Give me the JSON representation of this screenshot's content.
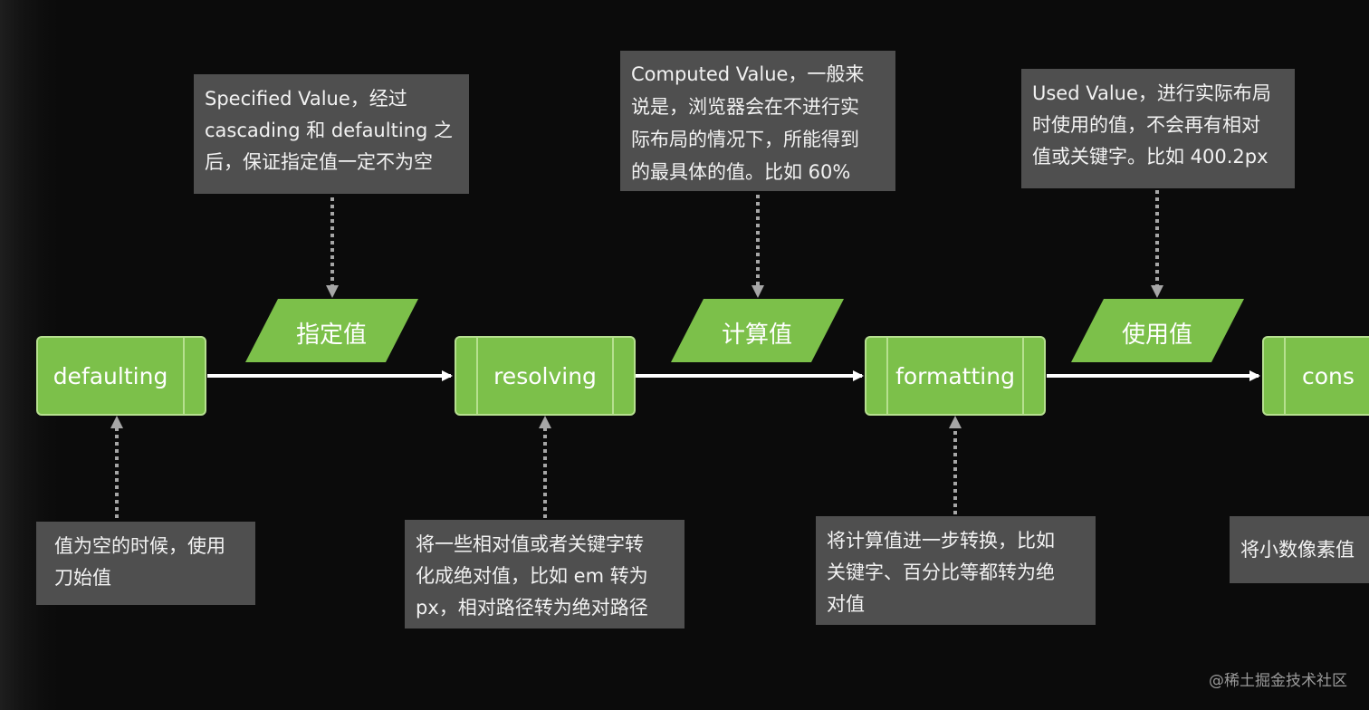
{
  "colors": {
    "background": "#0b0b0b",
    "process_fill": "#7cc04a",
    "process_border": "#b6e08f",
    "parallelogram_fill": "#7cc04a",
    "note_fill": "#4f4f4f",
    "arrow": "#ffffff",
    "dotted_arrow": "#a6a6a6"
  },
  "processes": [
    {
      "id": "defaulting",
      "label": "defaulting"
    },
    {
      "id": "resolving",
      "label": "resolving"
    },
    {
      "id": "formatting",
      "label": "formatting"
    },
    {
      "id": "constraining",
      "label": "cons"
    }
  ],
  "value_types": [
    {
      "id": "specified",
      "label": "指定值"
    },
    {
      "id": "computed",
      "label": "计算值"
    },
    {
      "id": "used",
      "label": "使用值"
    }
  ],
  "notes_top": [
    {
      "id": "specified",
      "lines": [
        "Specified Value，经过",
        "cascading 和 defaulting 之",
        "后，保证指定值一定不为空"
      ]
    },
    {
      "id": "computed",
      "lines": [
        "Computed Value，一般来",
        "说是，浏览器会在不进行实",
        "际布局的情况下，所能得到",
        "的最具体的值。比如 60%"
      ]
    },
    {
      "id": "used",
      "lines": [
        "Used Value，进行实际布局",
        "时使用的值，不会再有相对",
        "值或关键字。比如 400.2px"
      ]
    }
  ],
  "notes_bottom": [
    {
      "id": "defaulting",
      "lines": [
        "值为空的时候，使用",
        "刀始值"
      ]
    },
    {
      "id": "resolving",
      "lines": [
        "将一些相对值或者关键字转",
        "化成绝对值，比如 em 转为",
        "px，相对路径转为绝对路径"
      ]
    },
    {
      "id": "formatting",
      "lines": [
        "将计算值进一步转换，比如",
        "关键字、百分比等都转为绝",
        "对值"
      ]
    },
    {
      "id": "constraining",
      "lines": [
        "将小数像素值"
      ]
    }
  ],
  "watermark": "@稀土掘金技术社区"
}
